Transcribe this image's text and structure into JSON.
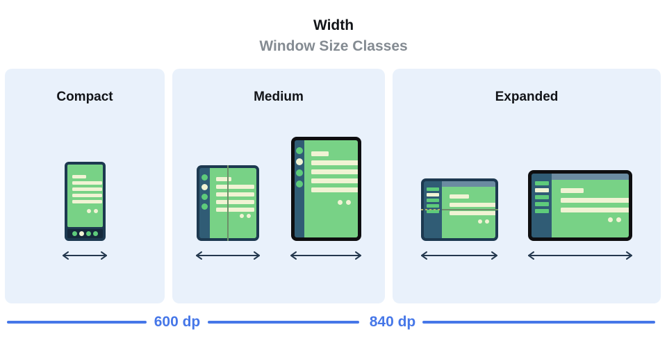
{
  "header": {
    "title": "Width",
    "subtitle": "Window Size Classes"
  },
  "panels": [
    {
      "label": "Compact",
      "devices": [
        {
          "name": "phone"
        }
      ]
    },
    {
      "label": "Medium",
      "devices": [
        {
          "name": "open-foldable"
        },
        {
          "name": "portrait-tablet"
        }
      ]
    },
    {
      "label": "Expanded",
      "devices": [
        {
          "name": "landscape-foldable"
        },
        {
          "name": "desktop"
        }
      ]
    }
  ],
  "scale": {
    "breakpoints": [
      "600 dp",
      "840 dp"
    ]
  },
  "colors": {
    "panel_bg": "#e9f1fb",
    "frame_navy": "#1d3950",
    "navbar_navy": "#15293c",
    "sidebar_navy": "#305c75",
    "screen_green": "#78d286",
    "item_green": "#5ecb7b",
    "cream": "#f1f3d4",
    "slate_header": "#6b8ba1",
    "black_frame": "#0e0e10",
    "arrow_navy": "#24384e",
    "scale_blue": "#4677e8",
    "fold_green": "#6d9069",
    "fold_dot": "#aeb26a",
    "title_black": "#121418",
    "subtitle_gray": "#848b92"
  }
}
